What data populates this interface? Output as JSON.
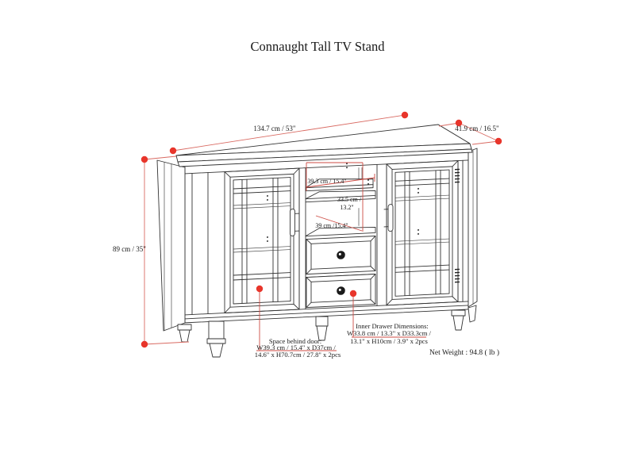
{
  "title": "Connaught Tall TV Stand",
  "dimensions": {
    "width": "134.7 cm / 53\"",
    "depth": "41.9 cm / 16.5\"",
    "height": "89 cm / 35\"",
    "opening_width": "39.3 cm / 15.4\"",
    "opening_height_line1": "33.5 cm /",
    "opening_height_line2": "13.2\"",
    "opening_depth": "39 cm /15.4\""
  },
  "annotations": {
    "space_behind_door": {
      "line1": "Space behind door:",
      "line2": "W39.3 cm / 15.4\" x D37cm /",
      "line3": "14.6\" x H70.7cm / 27.8\" x 2pcs"
    },
    "inner_drawer": {
      "line1": "Inner Drawer Dimensions:",
      "line2": "W33.8 cm / 13.3\" x D33.3cm /",
      "line3": "13.1\" x H10cm / 3.9\" x 2pcs"
    },
    "net_weight": "Net Weight : 94.8 ( lb )"
  },
  "colors": {
    "line": "#333333",
    "dimension_line": "#d96a62",
    "dimension_dot": "#e8352b",
    "underline_red": "#cd4b43"
  }
}
